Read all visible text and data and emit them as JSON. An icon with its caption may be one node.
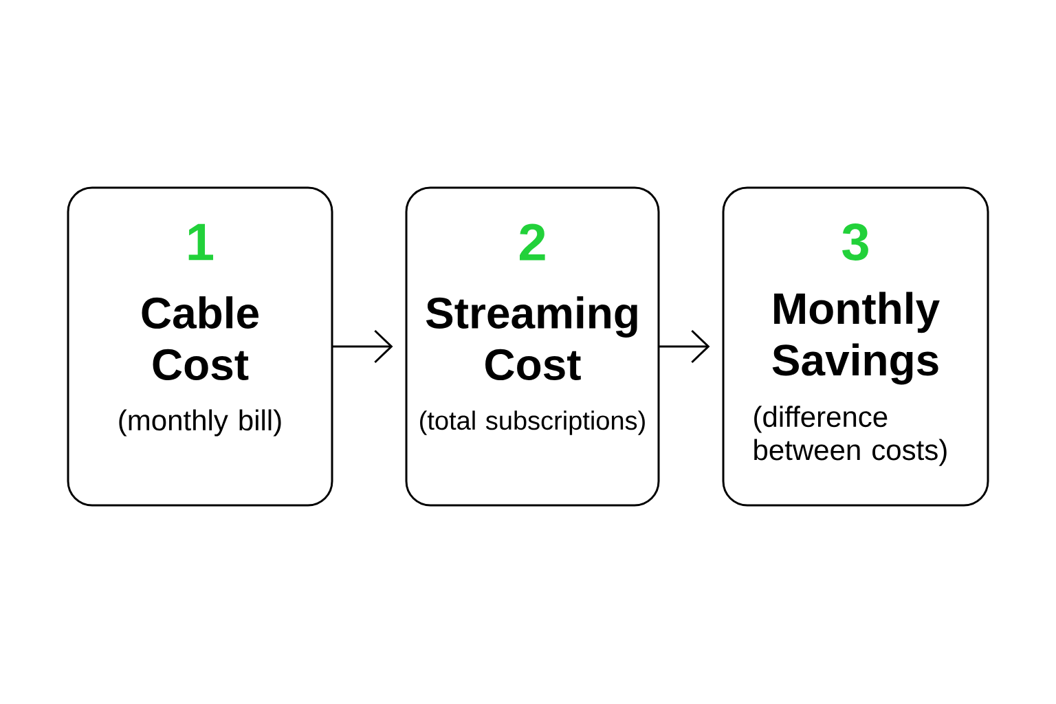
{
  "diagram": {
    "nodes": [
      {
        "text": [
          "1",
          "Cable Cost",
          "(monthly bill)"
        ]
      },
      {
        "text": [
          "2",
          "Streaming Cost",
          "(total subscriptions)"
        ]
      },
      {
        "text": [
          "3",
          "Monthly Savings",
          "(difference between costs)"
        ]
      }
    ],
    "edges": [
      {
        "from": 0,
        "to": 1,
        "arrow": "to"
      },
      {
        "from": 1,
        "to": 2,
        "arrow": "to"
      }
    ]
  }
}
